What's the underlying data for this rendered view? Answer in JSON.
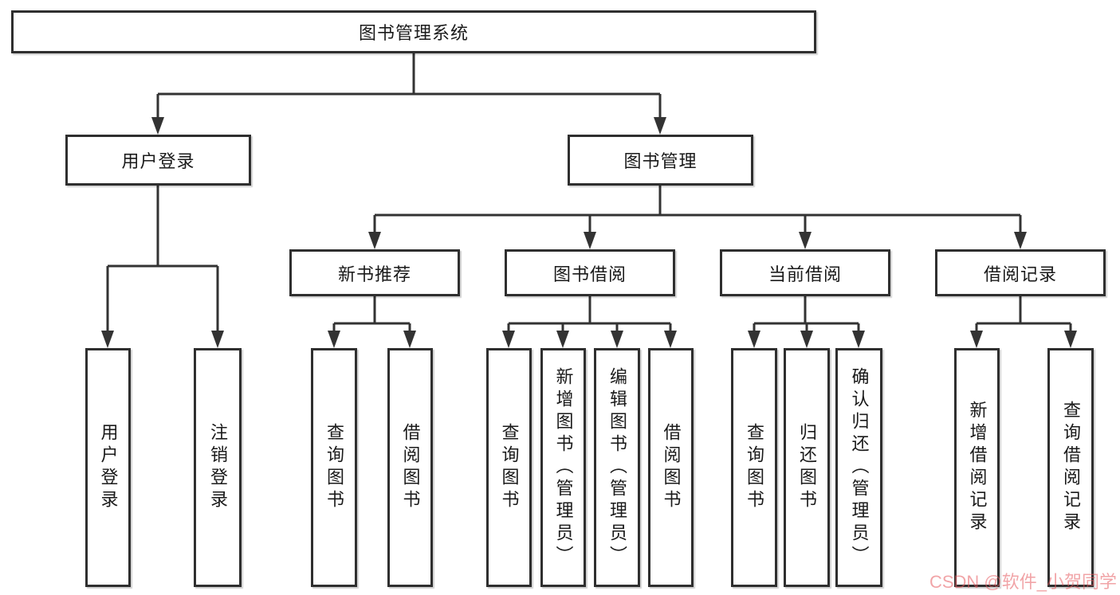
{
  "tree": {
    "root": {
      "label": "图书管理系统"
    },
    "branches": [
      {
        "label": "用户登录",
        "children": [
          {
            "label": "用户登录"
          },
          {
            "label": "注销登录"
          }
        ]
      },
      {
        "label": "图书管理",
        "children": [
          {
            "label": "新书推荐",
            "children": [
              {
                "label": "查询图书"
              },
              {
                "label": "借阅图书"
              }
            ]
          },
          {
            "label": "图书借阅",
            "children": [
              {
                "label": "查询图书"
              },
              {
                "label": "新增图书（管理员）"
              },
              {
                "label": "编辑图书（管理员）"
              },
              {
                "label": "借阅图书"
              }
            ]
          },
          {
            "label": "当前借阅",
            "children": [
              {
                "label": "查询图书"
              },
              {
                "label": "归还图书"
              },
              {
                "label": "确认归还（管理员）"
              }
            ]
          },
          {
            "label": "借阅记录",
            "children": [
              {
                "label": "新增借阅记录"
              },
              {
                "label": "查询借阅记录"
              }
            ]
          }
        ]
      }
    ]
  },
  "watermark": {
    "text": "CSDN @软件_小贺同学"
  },
  "colors": {
    "line": "#333333",
    "box_border": "#2f2f2f",
    "background": "#ffffff",
    "text": "#1a1a1a",
    "watermark_pink": "#F1A4A6"
  }
}
